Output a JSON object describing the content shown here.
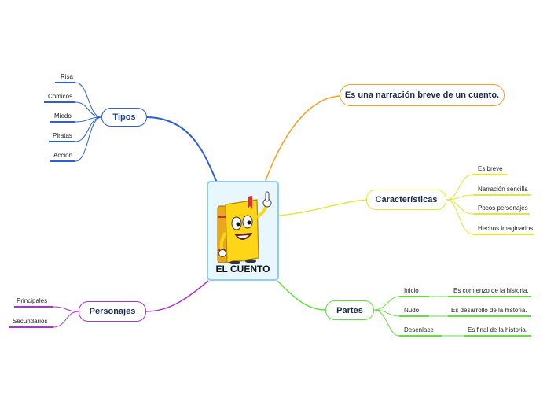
{
  "central": {
    "title": "EL CUENTO"
  },
  "tipos": {
    "label": "Tipos",
    "items": [
      "Risa",
      "Cómicos",
      "Miedo",
      "Piratas",
      "Acción"
    ]
  },
  "definicion": {
    "label": "Es una narración breve de un cuento."
  },
  "caracteristicas": {
    "label": "Características",
    "items": [
      "Es breve",
      "Narración sencilla",
      "Pocos personajes",
      "Hechos imaginarios"
    ]
  },
  "partes": {
    "label": "Partes",
    "items": [
      {
        "name": "Inicio",
        "detail": "Es comienzo de la historia."
      },
      {
        "name": "Nudo",
        "detail": "Es desarrollo de la historia."
      },
      {
        "name": "Desenlace",
        "detail": "Es final de la historia."
      }
    ]
  },
  "personajes": {
    "label": "Personajes",
    "items": [
      "Principales",
      "Secundarios"
    ]
  },
  "colors": {
    "tipos": "#2a5fd6",
    "definicion": "#f5a020",
    "caracteristicas": "#dfe93c",
    "partes": "#5ee23a",
    "personajes": "#a832d6",
    "central_border": "#8ecfee"
  }
}
